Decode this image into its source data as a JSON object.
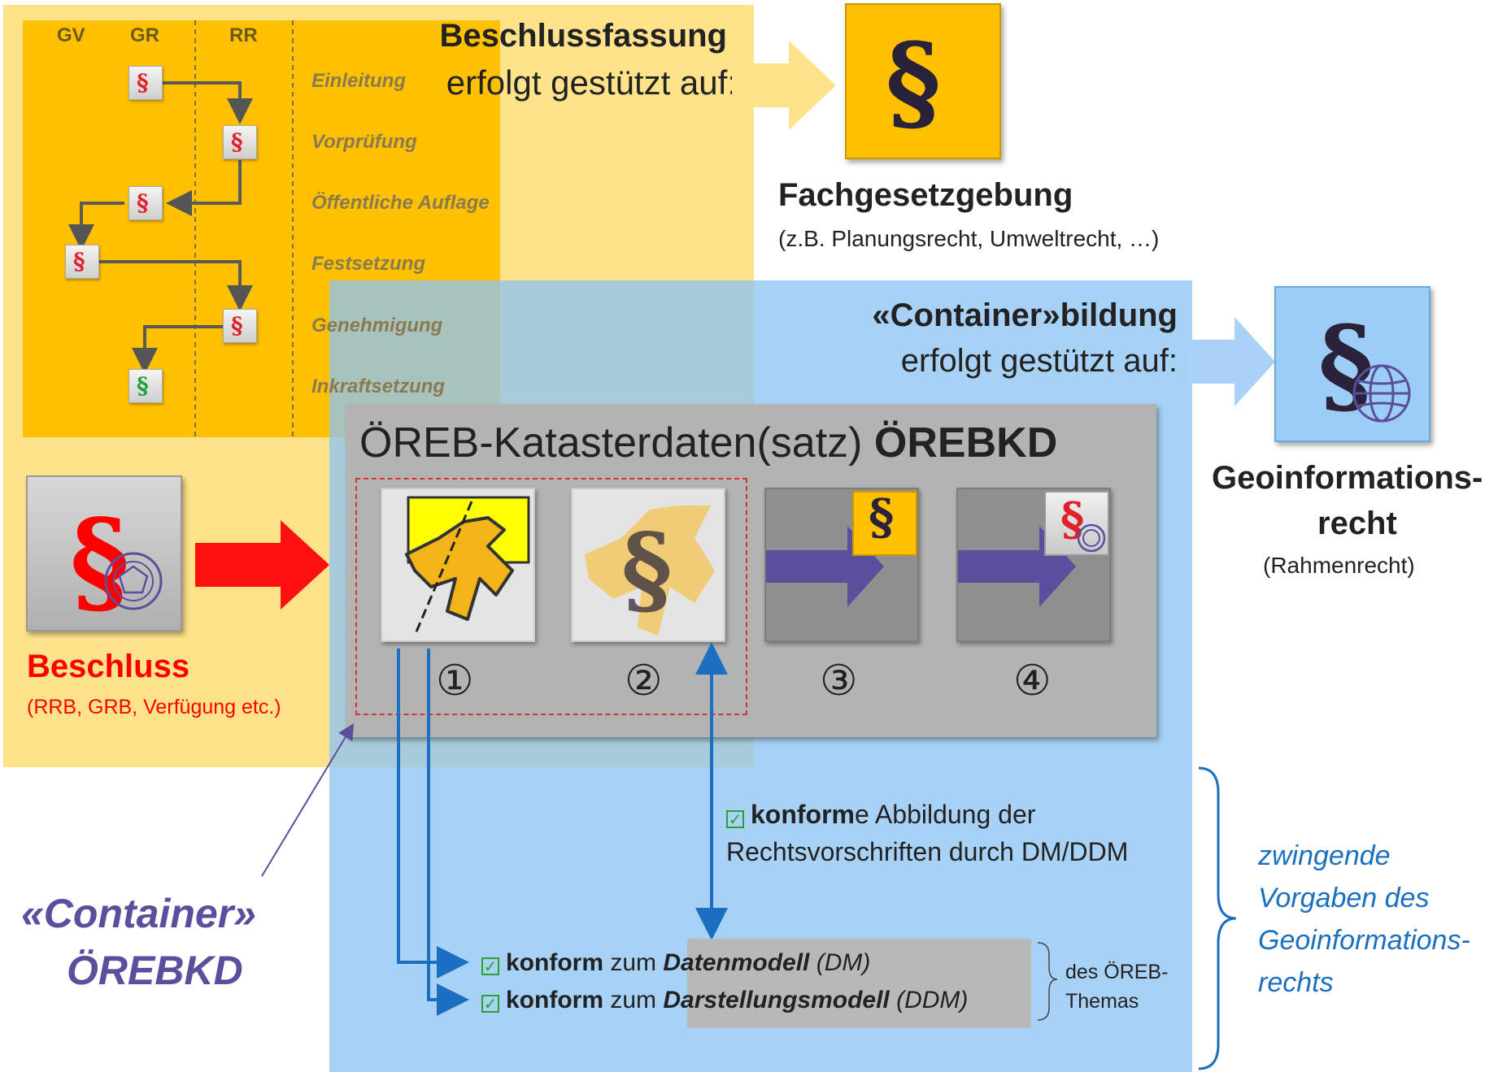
{
  "swimlanes": {
    "headers": [
      "GV",
      "GR",
      "RR"
    ],
    "steps": [
      "Einleitung",
      "Vorprüfung",
      "Öffentliche Auflage",
      "Festsetzung",
      "Genehmigung",
      "Inkraftsetzung"
    ]
  },
  "beschlussfassung": {
    "title": "Beschlussfassung",
    "subtitle": "erfolgt gestützt auf:"
  },
  "fachgesetzgebung": {
    "symbol": "§",
    "title": "Fachgesetzgebung",
    "subtitle": "(z.B. Planungsrecht, Umweltrecht, …)"
  },
  "containerbildung": {
    "title": "«Container»bildung",
    "subtitle": "erfolgt gestützt auf:"
  },
  "geoinformationsrecht": {
    "symbol": "§",
    "title_line1": "Geoinformations-",
    "title_line2": "recht",
    "subtitle": "(Rahmenrecht)"
  },
  "beschluss": {
    "symbol": "§",
    "title": "Beschluss",
    "subtitle": "(RRB, GRB, Verfügung etc.)"
  },
  "oerebkd": {
    "title_normal": "ÖREB-Katasterdaten(satz) ",
    "title_bold": "ÖREBKD",
    "numbers": [
      "①",
      "②",
      "③",
      "④"
    ],
    "symbol": "§"
  },
  "conformity": {
    "mapping_bold": "konform",
    "mapping_rest": "e Abbildung der",
    "mapping_line2": "Rechtsvorschriften durch DM/DDM",
    "dm_bold": "konform",
    "dm_mid": " zum ",
    "dm_model": "Datenmodell",
    "dm_abbr": " (DM)",
    "ddm_bold": "konform",
    "ddm_mid": " zum ",
    "ddm_model": "Darstellungsmodell",
    "ddm_abbr": " (DDM)",
    "theme_line1": "des ÖREB-",
    "theme_line2": "Themas"
  },
  "container_label": {
    "line1": "«Container»",
    "line2": "ÖREBKD"
  },
  "requirements": {
    "lines": [
      "zwingende",
      "Vorgaben des",
      "Geoinformations-",
      "rechts"
    ]
  },
  "colors": {
    "yellow": "#ffe38a",
    "orange": "#ffc000",
    "blue": "#90c4f4",
    "red": "#ff0000",
    "purple": "#5a4f9c",
    "link_blue": "#1a6fc0"
  }
}
